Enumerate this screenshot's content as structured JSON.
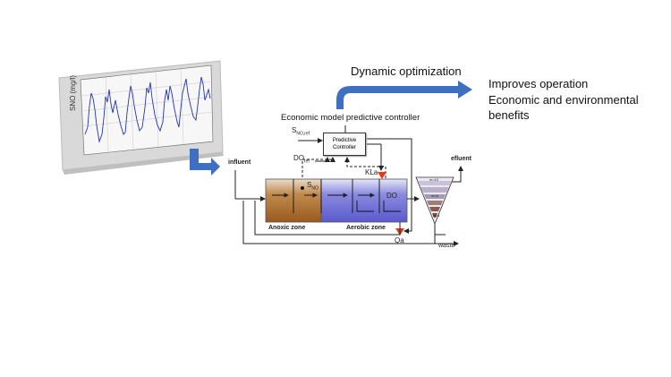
{
  "labels": {
    "dynamic_optimization": "Dynamic optimization",
    "benefit_line1": "Improves operation",
    "benefit_line2": "Economic and environmental",
    "benefit_line3": "benefits",
    "empc": "Economic model predictive controller",
    "sno_ref_main": "S",
    "sno_ref_sub": "NO,ref",
    "do_ref_main": "DO",
    "do_ref_sub": "ref",
    "controller_line1": "Predictive",
    "controller_line2": "Controller",
    "influent": "influent",
    "efluent": "efluent",
    "sno_main": "S",
    "sno_sub": "NO",
    "kla": "KLa",
    "do": "DO",
    "anoxic_zone": "Anoxic zone",
    "aerobic_zone": "Aerobic zone",
    "qa": "Qa",
    "waste": "waste",
    "layer_top": "m=10",
    "layer_mid": "m=6",
    "layer_bottom": "m=1"
  },
  "colors": {
    "blue_arrow": "#3f6fc0",
    "anoxic_tank": "#b0702c",
    "aerobic_tank": "#6e6ed8",
    "trace": "#2233bb",
    "valve": "#e03a1a",
    "settler": "#8a5a4a"
  }
}
